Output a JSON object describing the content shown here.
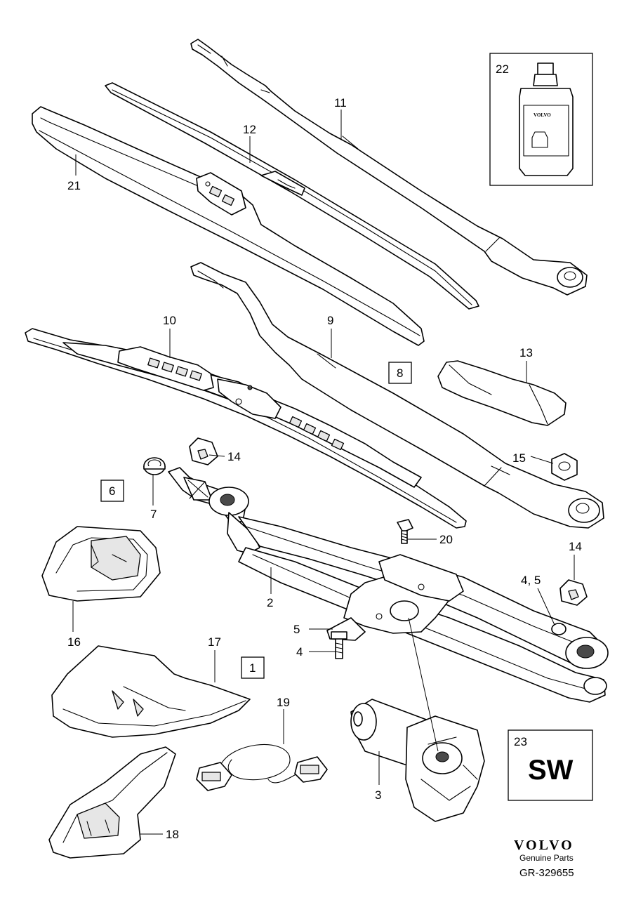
{
  "callouts": {
    "c1": "1",
    "c2": "2",
    "c3": "3",
    "c4": "4",
    "c4_5": "4, 5",
    "c5": "5",
    "c6": "6",
    "c7": "7",
    "c8": "8",
    "c9": "9",
    "c10": "10",
    "c11": "11",
    "c12": "12",
    "c13": "13",
    "c14a": "14",
    "c14b": "14",
    "c15": "15",
    "c16": "16",
    "c17": "17",
    "c18": "18",
    "c19": "19",
    "c20": "20",
    "c21": "21",
    "c22": "22",
    "c23": "23"
  },
  "sw_box": {
    "text": "SW"
  },
  "bottle": {
    "label": "VOLVO"
  },
  "footer": {
    "brand": "VOLVO",
    "subtitle": "Genuine Parts",
    "reference": "GR-329655"
  }
}
